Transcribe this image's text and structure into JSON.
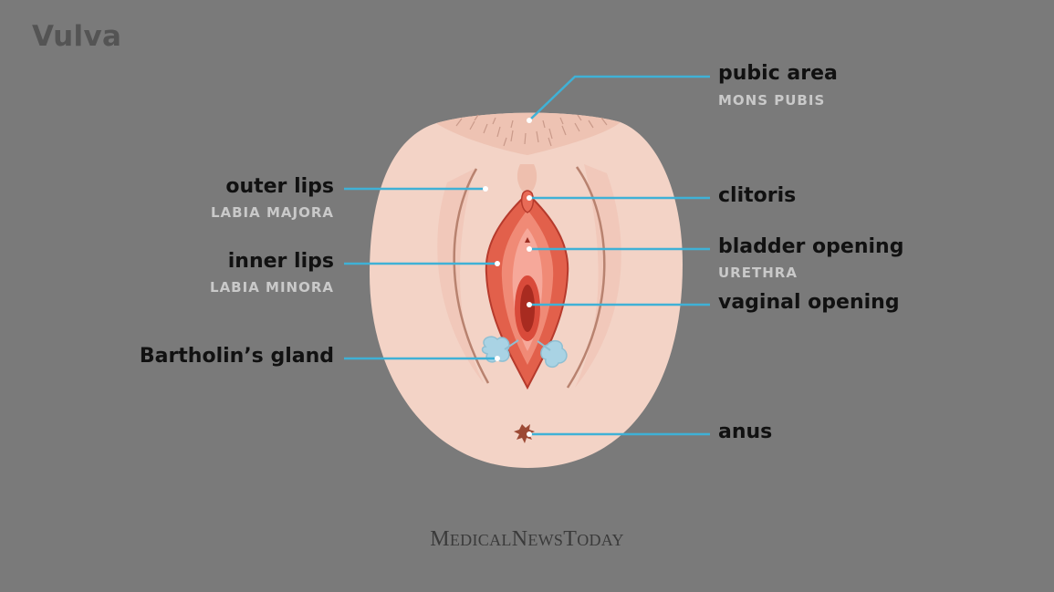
{
  "title": "Vulva",
  "labels": {
    "pubic_area": {
      "main": "pubic area",
      "sub": "MONS PUBIS"
    },
    "clitoris": {
      "main": "clitoris"
    },
    "bladder_opening": {
      "main": "bladder opening",
      "sub": "URETHRA"
    },
    "vaginal_opening": {
      "main": "vaginal opening"
    },
    "anus": {
      "main": "anus"
    },
    "outer_lips": {
      "main": "outer lips",
      "sub": "LABIA MAJORA"
    },
    "inner_lips": {
      "main": "inner lips",
      "sub": "LABIA MINORA"
    },
    "bartholins_gland": {
      "main": "Bartholin’s gland"
    }
  },
  "brand": {
    "m": "M",
    "edical": "EDICAL",
    "n": "N",
    "ews": "EWS",
    "t": "T",
    "oday": "ODAY"
  },
  "colors": {
    "background": "#7a7a7a",
    "skin": "#f3d3c6",
    "leader_line": "#3fb1d6",
    "tissue_red": "#d8503f",
    "gland_blue": "#a9d3e4"
  }
}
